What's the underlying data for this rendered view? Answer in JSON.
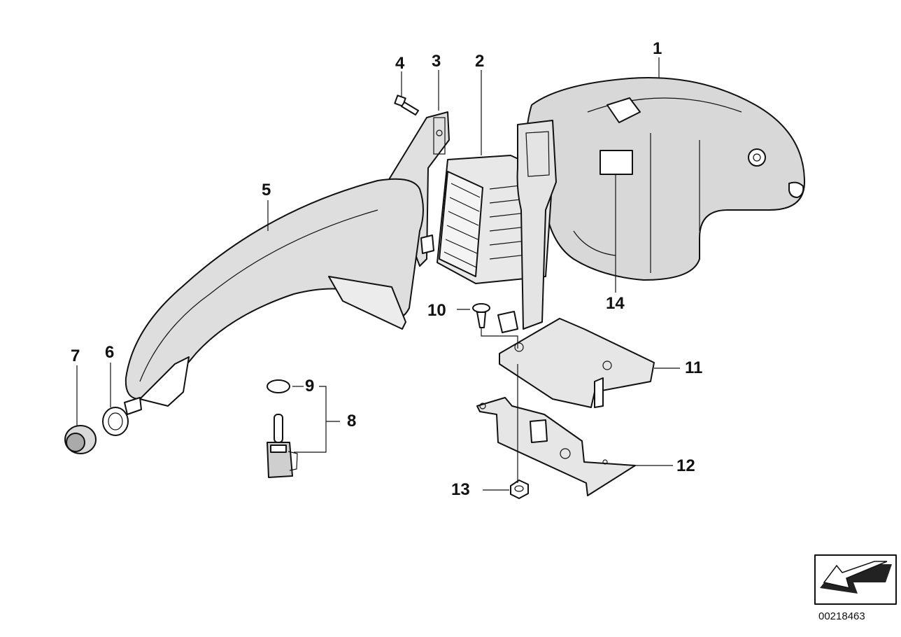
{
  "diagram": {
    "callouts": [
      "1",
      "2",
      "3",
      "4",
      "5",
      "6",
      "7",
      "8",
      "9",
      "10",
      "11",
      "12",
      "13",
      "14"
    ],
    "document_number": "00218463",
    "icon": "arrow-reference-icon",
    "colors": {
      "line": "#111111",
      "fill_light": "#e6e6e6",
      "fill_mid": "#d2d2d2",
      "background": "#ffffff"
    }
  }
}
